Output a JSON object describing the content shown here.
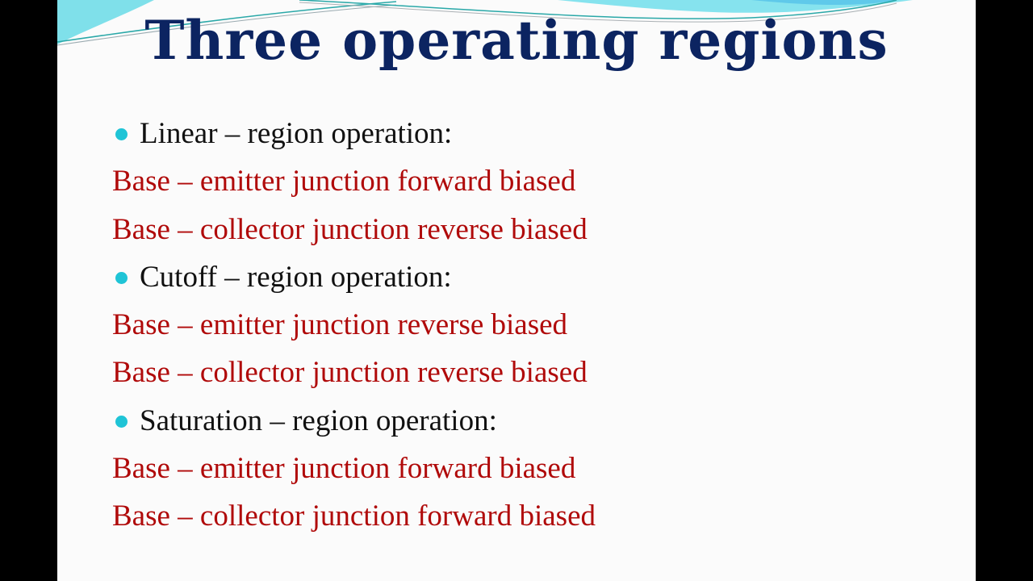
{
  "slide": {
    "title": "Three operating regions",
    "colors": {
      "title": "#0c2461",
      "bullet": "#1fc4d6",
      "heading_text": "#111111",
      "detail_text": "#b00a0a",
      "wave_accent": "#7fe0ea",
      "background": "#fbfbfb",
      "letterbox": "#000000"
    },
    "sections": [
      {
        "heading": "Linear – region operation:",
        "details": [
          "Base – emitter junction forward biased",
          "Base – collector junction reverse biased"
        ]
      },
      {
        "heading": "Cutoff – region operation:",
        "details": [
          "Base – emitter junction reverse biased",
          "Base – collector junction reverse biased"
        ]
      },
      {
        "heading": "Saturation – region operation:",
        "details": [
          "Base – emitter junction forward biased",
          "Base – collector junction forward biased"
        ]
      }
    ]
  }
}
